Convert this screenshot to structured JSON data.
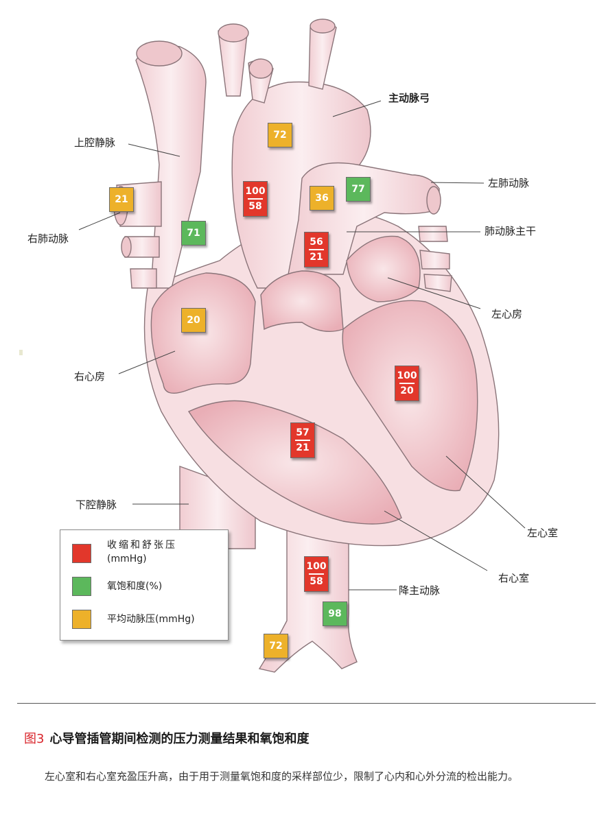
{
  "labels": {
    "aortic_arch": "主动脉弓",
    "svc": "上腔静脉",
    "left_pa": "左肺动脉",
    "right_pa": "右肺动脉",
    "main_pa": "肺动脉主干",
    "left_atrium": "左心房",
    "right_atrium": "右心房",
    "ivc": "下腔静脉",
    "left_ventricle": "左心室",
    "right_ventricle": "右心室",
    "descending_aorta": "降主动脉"
  },
  "badges": {
    "aorta_mean": "72",
    "aorta_systolic": "100",
    "aorta_diastolic": "58",
    "right_pa_mean": "21",
    "svc_sat": "71",
    "pa_mean": "36",
    "pa_sat": "77",
    "main_pa_systolic": "56",
    "main_pa_diastolic": "21",
    "right_atrium_mean": "20",
    "left_ventricle_systolic": "100",
    "left_ventricle_diastolic": "20",
    "right_ventricle_systolic": "57",
    "right_ventricle_diastolic": "21",
    "desc_aorta_systolic": "100",
    "desc_aorta_diastolic": "58",
    "desc_aorta_sat": "98",
    "desc_aorta_mean": "72"
  },
  "colors": {
    "red": "#e2372b",
    "green": "#5cb85c",
    "yellow": "#edb12a",
    "heart_fill": "#f7dfe2",
    "heart_stroke": "#8a7479"
  },
  "legend": {
    "item1_line1": "收缩和舒张压",
    "item1_line2": "(mmHg)",
    "item2": "氧饱和度(%)",
    "item3": "平均动脉压(mmHg)"
  },
  "caption": {
    "fig_no": "图3",
    "title": "心导管插管期间检测的压力测量结果和氧饱和度"
  },
  "body_text": "左心室和右心室充盈压升高，由于用于测量氧饱和度的采样部位少，限制了心内和心外分流的检出能力。"
}
